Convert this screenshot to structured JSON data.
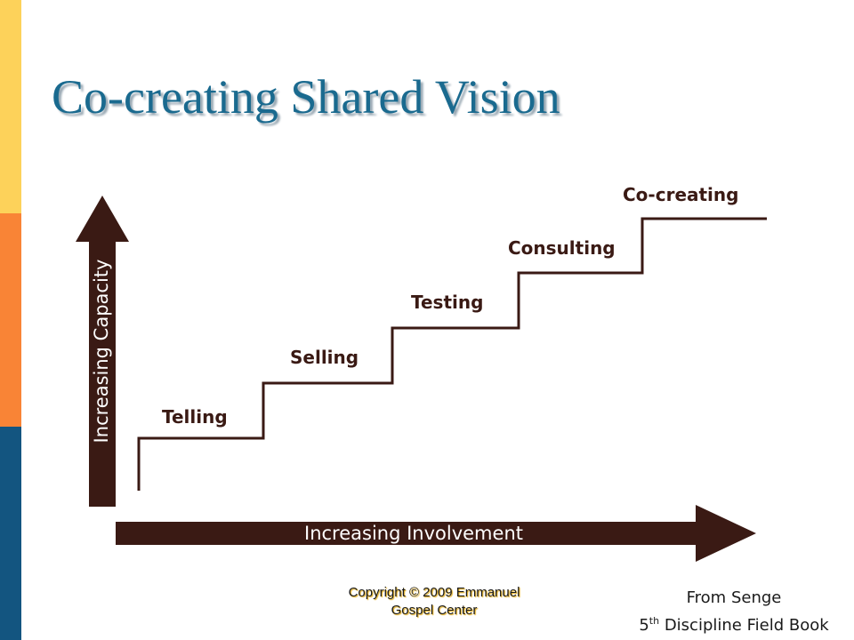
{
  "slide": {
    "title": "Co-creating Shared Vision",
    "accent_colors": {
      "sidebar_top": "#fdd25a",
      "sidebar_middle": "#f98436",
      "sidebar_bottom": "#135580",
      "title": "#1a6a8f",
      "arrow": "#3a1a14"
    }
  },
  "diagram": {
    "steps": [
      {
        "label": "Telling",
        "level": 1
      },
      {
        "label": "Selling",
        "level": 2
      },
      {
        "label": "Testing",
        "level": 3
      },
      {
        "label": "Consulting",
        "level": 4
      },
      {
        "label": "Co-creating",
        "level": 5
      }
    ],
    "y_axis_label": "Increasing Capacity",
    "x_axis_label": "Increasing Involvement"
  },
  "footer": {
    "copyright_line1": "Copyright © 2009 Emmanuel",
    "copyright_line2": "Gospel Center",
    "source_line1": "From Senge",
    "source_number": "5",
    "source_suffix": "th",
    "source_rest": " Discipline Field Book"
  }
}
